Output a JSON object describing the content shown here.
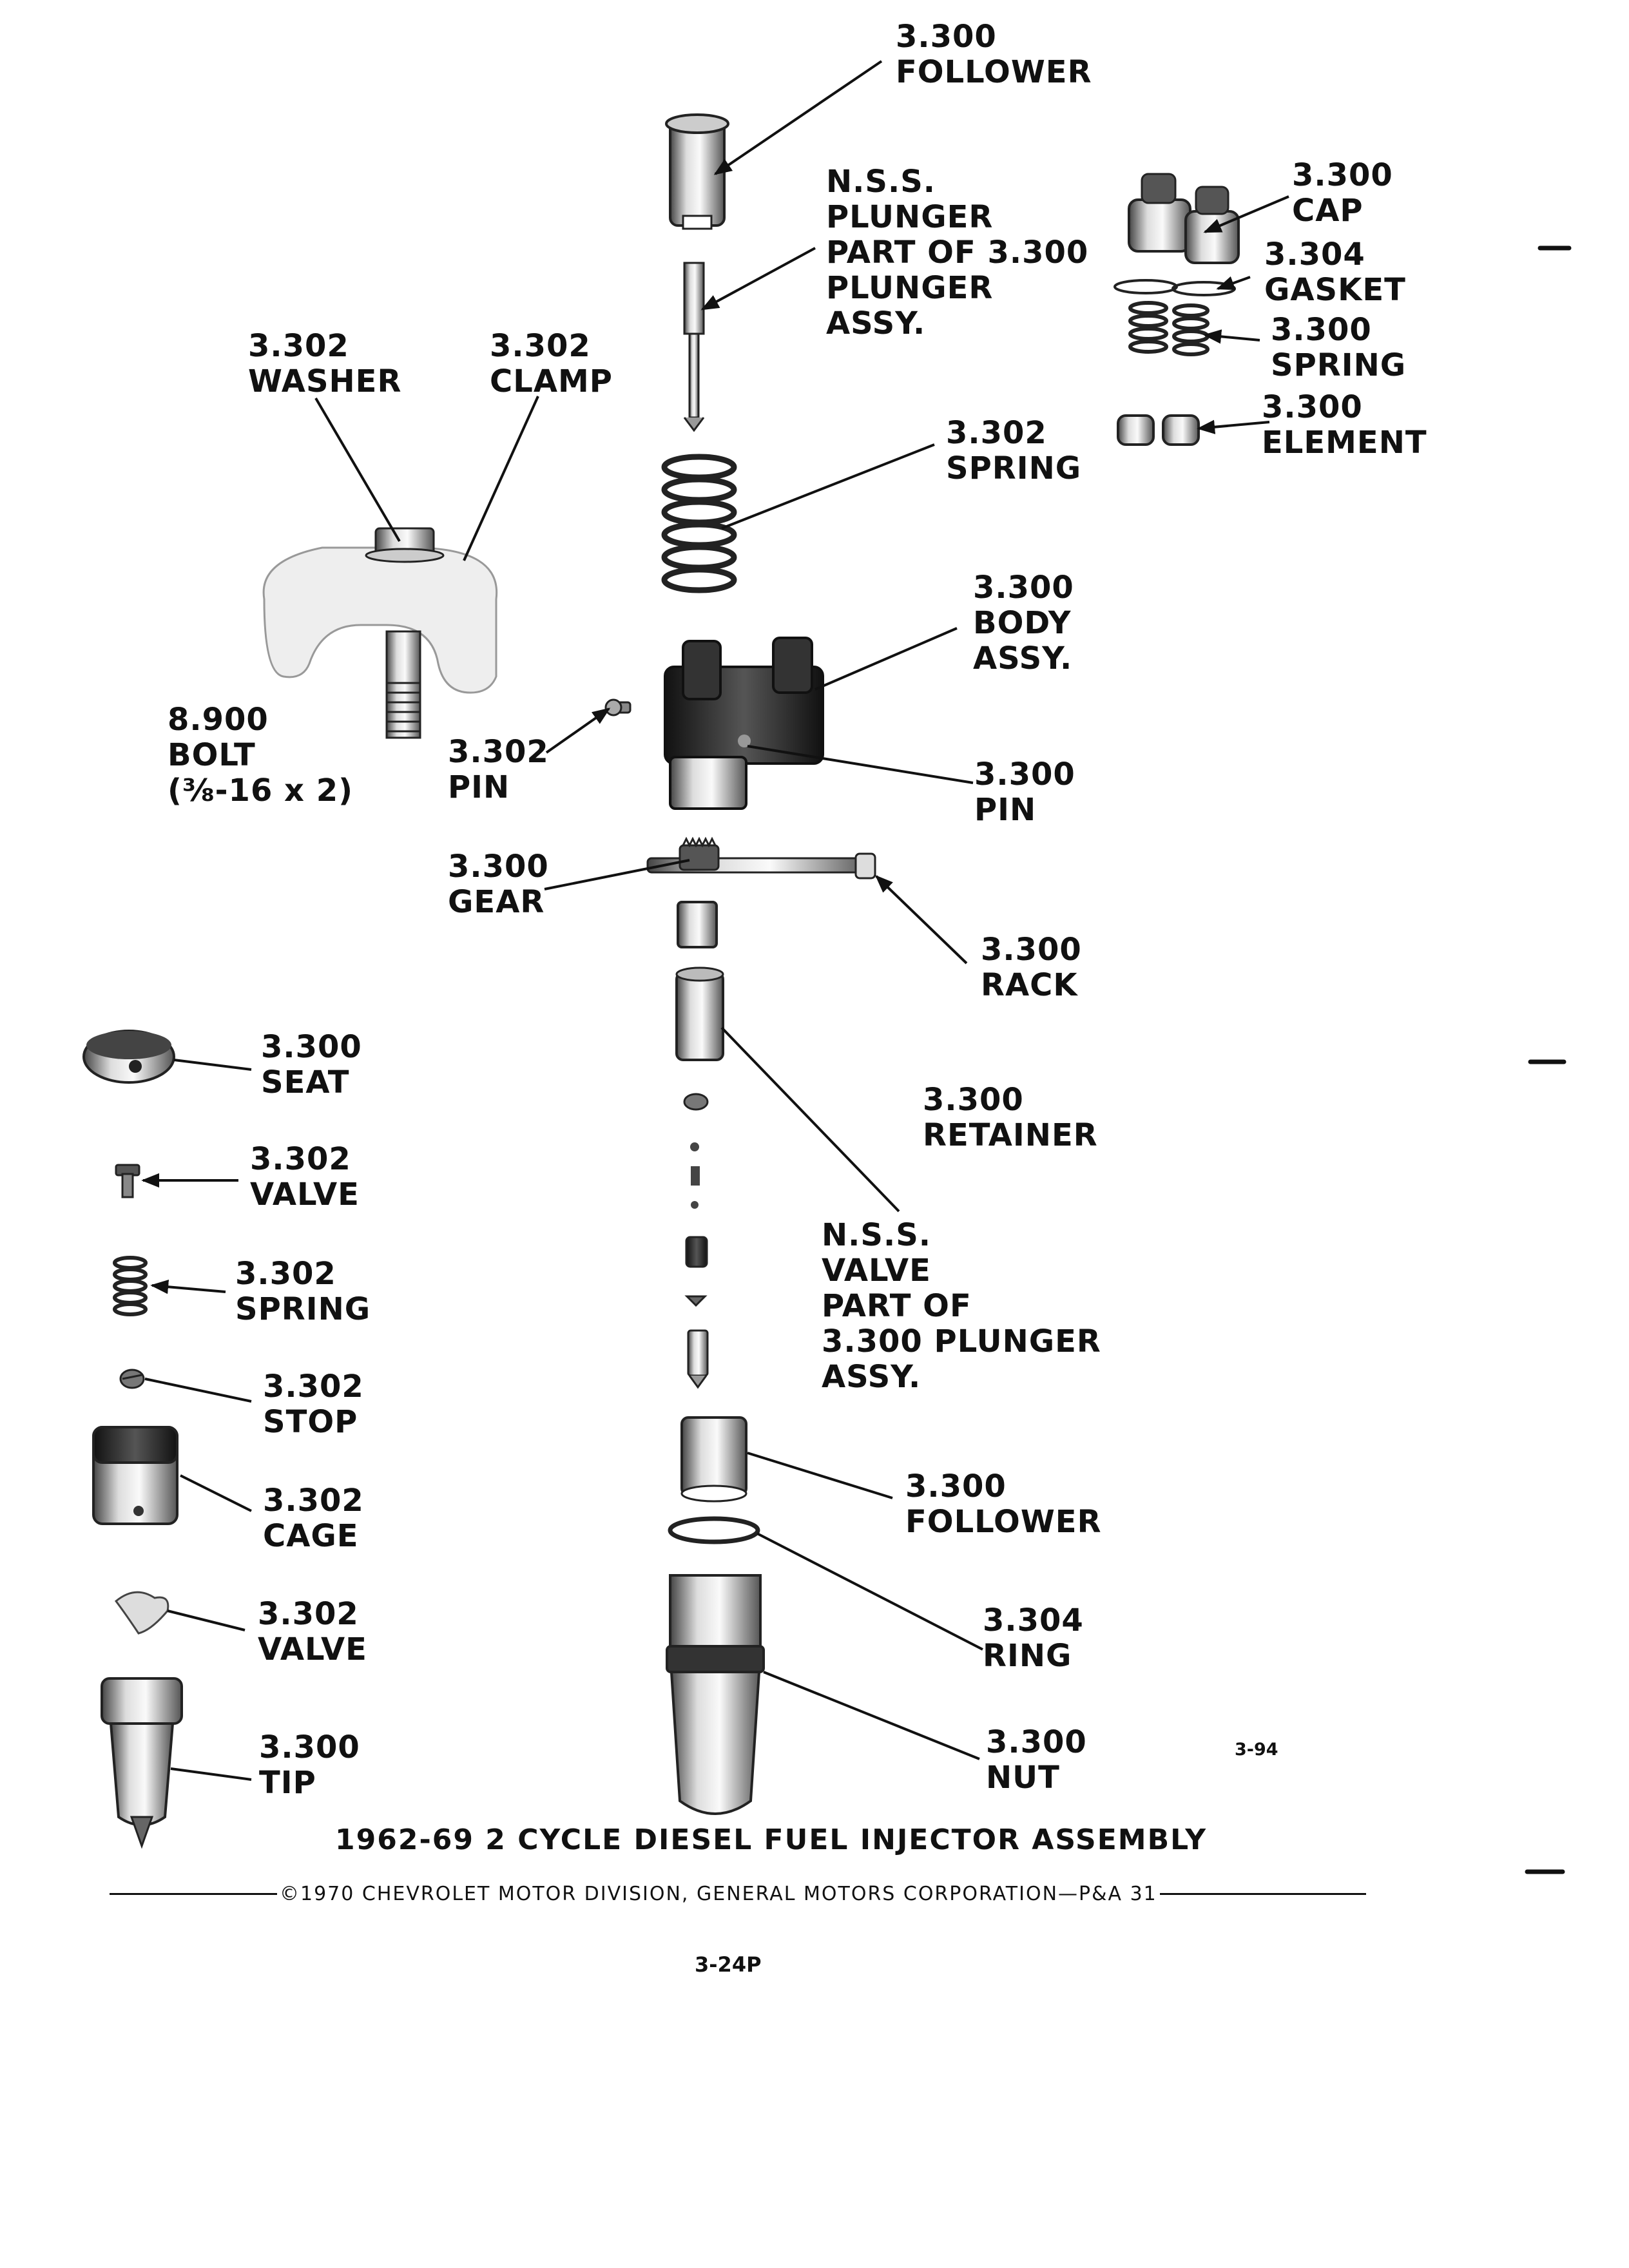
{
  "labels": {
    "follower_top": [
      "3.300",
      "FOLLOWER"
    ],
    "plunger": [
      "N.S.S.",
      "PLUNGER",
      "PART OF 3.300",
      "PLUNGER",
      "ASSY."
    ],
    "cap": [
      "3.300",
      "CAP"
    ],
    "gasket": [
      "3.304",
      "GASKET"
    ],
    "spring_right": [
      "3.300",
      "SPRING"
    ],
    "element": [
      "3.300",
      "ELEMENT"
    ],
    "washer": [
      "3.302",
      "WASHER"
    ],
    "clamp": [
      "3.302",
      "CLAMP"
    ],
    "spring_main": [
      "3.302",
      "SPRING"
    ],
    "body": [
      "3.300",
      "BODY",
      "ASSY."
    ],
    "bolt": [
      "8.900",
      "BOLT",
      "(⅜-16 x 2)"
    ],
    "pin_left": [
      "3.302",
      "PIN"
    ],
    "pin_right": [
      "3.300",
      "PIN"
    ],
    "gear": [
      "3.300",
      "GEAR"
    ],
    "rack": [
      "3.300",
      "RACK"
    ],
    "seat": [
      "3.300",
      "SEAT"
    ],
    "retainer": [
      "3.300",
      "RETAINER"
    ],
    "valve_top": [
      "3.302",
      "VALVE"
    ],
    "nss_valve": [
      "N.S.S.",
      "VALVE",
      "PART OF",
      "3.300 PLUNGER",
      "ASSY."
    ],
    "spring_left": [
      "3.302",
      "SPRING"
    ],
    "stop": [
      "3.302",
      "STOP"
    ],
    "cage": [
      "3.302",
      "CAGE"
    ],
    "follower_bottom": [
      "3.300",
      "FOLLOWER"
    ],
    "valve_bottom": [
      "3.302",
      "VALVE"
    ],
    "ring": [
      "3.304",
      "RING"
    ],
    "tip": [
      "3.300",
      "TIP"
    ],
    "nut": [
      "3.300",
      "NUT"
    ]
  },
  "figure_number": "3-94",
  "title": "1962-69 2 CYCLE DIESEL FUEL INJECTOR ASSEMBLY",
  "copyright": "©1970 CHEVROLET MOTOR DIVISION, GENERAL MOTORS CORPORATION—P&A 31",
  "page_number": "3-24P"
}
